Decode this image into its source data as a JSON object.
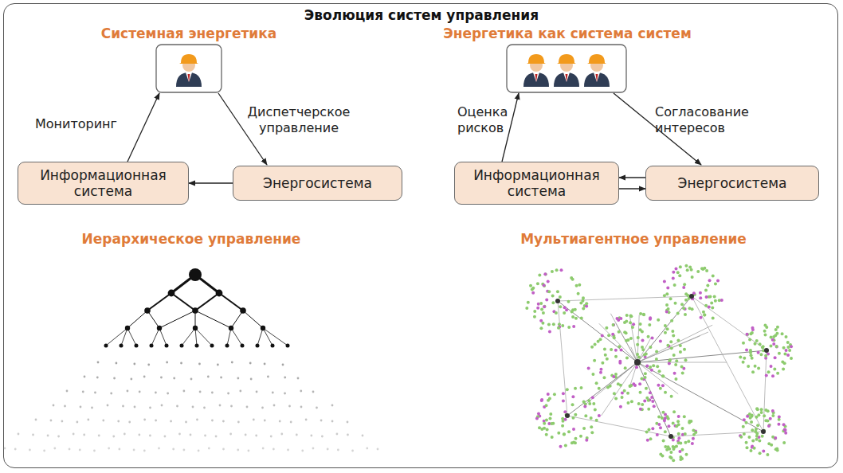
{
  "diagram": {
    "title": "Эволюция систем управления",
    "nodes": [
      {
        "text": [
          "Информационная система"
        ]
      },
      {
        "text": [
          "Энергосистема"
        ]
      },
      {
        "text": [
          "Информационная система"
        ]
      },
      {
        "text": [
          "Энергосистема"
        ]
      }
    ],
    "edges": [
      {
        "from": 1,
        "to": 0,
        "arrow": "to"
      },
      {
        "from": 3,
        "to": 2,
        "arrow": "to"
      },
      {
        "from": 2,
        "to": 3,
        "arrow": "to"
      }
    ],
    "labels": [
      "Системная энергетика",
      "Мониторинг",
      "Диспетчерское управление",
      "Иерархическое управление",
      "Энергетика как система систем",
      "Оценка рисков",
      "Согласование интересов",
      "Мультиагентное управление"
    ]
  }
}
